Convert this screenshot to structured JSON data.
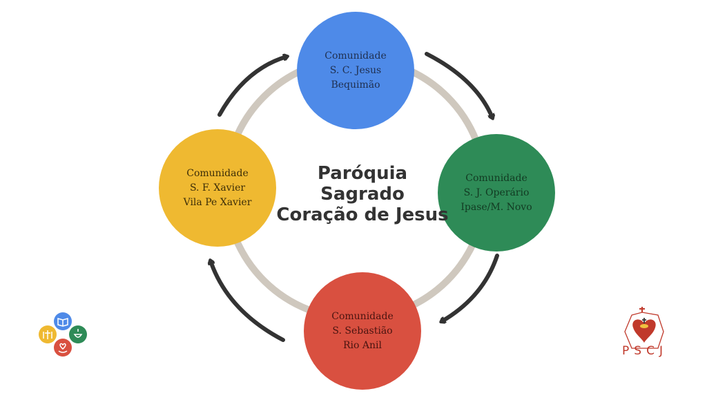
{
  "title": [
    "Paróquia",
    "Sagrado",
    "Coração de Jesus"
  ],
  "nodes": {
    "top": [
      "Comunidade",
      "S. C. Jesus",
      "Bequimão"
    ],
    "right": [
      "Comunidade",
      "S. J. Operário",
      "Ipase/M. Novo"
    ],
    "bottom": [
      "Comunidade",
      "S. Sebastião",
      "Rio Anil"
    ],
    "left": [
      "Comunidade",
      "S. F. Xavier",
      "Vila Pe Xavier"
    ]
  },
  "colors": {
    "top": "#4e8ae8",
    "right": "#2e8b57",
    "bottom": "#d95040",
    "left": "#efb931",
    "ring": "#cfc8be",
    "arrows": "#333333"
  },
  "logo_right_text": "PSCJ"
}
